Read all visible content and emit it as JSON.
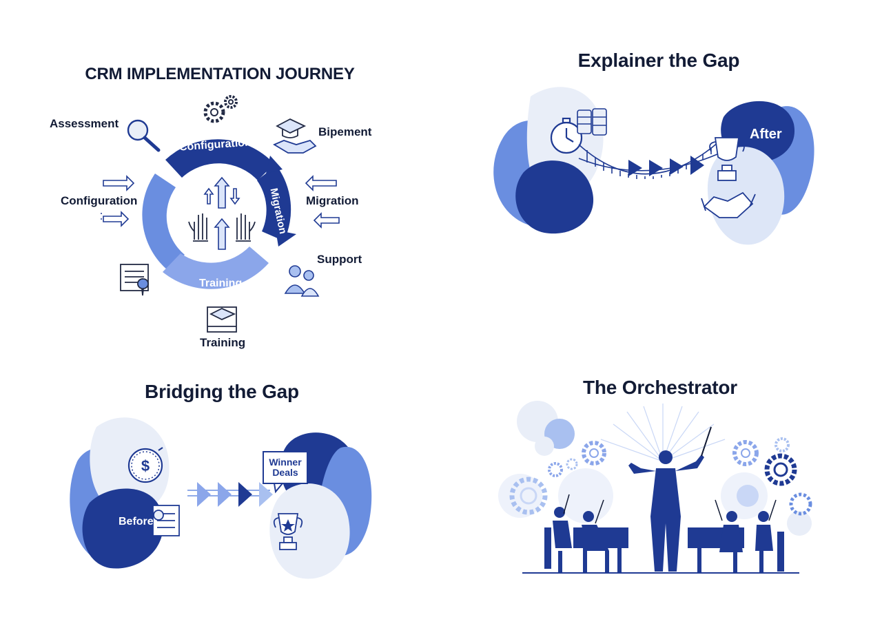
{
  "journey": {
    "title": "CRM IMPLEMENTATION JOURNEY",
    "ring_segments": {
      "top": "Configuration",
      "right": "Migration",
      "bottom": "Training"
    },
    "labels": {
      "assessment": "Assessment",
      "top_right": "Bipement",
      "configuration": "Configuration",
      "migration": "Migration",
      "support": "Support",
      "training": "Training"
    }
  },
  "explainer": {
    "title": "Explainer the Gap",
    "after_label": "After"
  },
  "bridging": {
    "title": "Bridging the Gap",
    "before_label": "Before",
    "sign_line1": "Winner",
    "sign_line2": "Deals"
  },
  "orchestrator": {
    "title": "The Orchestrator"
  },
  "colors": {
    "navy": "#1f3a93",
    "mid_blue": "#6a8ee0",
    "light_blue": "#a9c0f0",
    "pale": "#e9eef8",
    "text": "#121b35"
  }
}
